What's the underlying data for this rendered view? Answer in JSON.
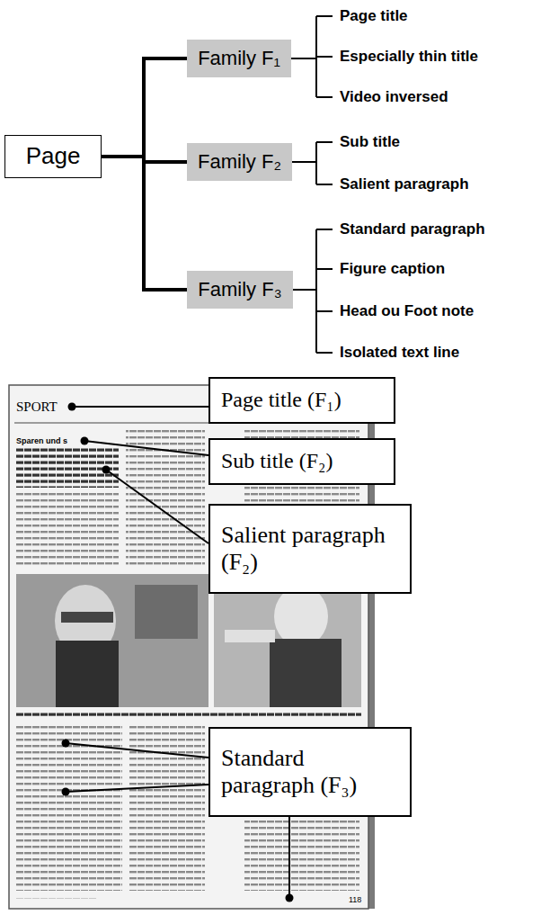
{
  "diagram": {
    "nodes": [
      {
        "text": [
          "Page"
        ]
      },
      {
        "text": [
          "Family F₁"
        ]
      },
      {
        "text": [
          "Family F₂"
        ]
      },
      {
        "text": [
          "Family F₃"
        ]
      },
      {
        "text": [
          "Page title (F₁)"
        ]
      },
      {
        "text": [
          "Sub title (F₂)"
        ]
      },
      {
        "text": [
          "Salient paragraph (F₂)"
        ]
      },
      {
        "text": [
          "Standard paragraph (F₃)"
        ]
      }
    ],
    "edges": [
      {
        "from": 0,
        "to": 1,
        "arrow": "none"
      },
      {
        "from": 0,
        "to": 2,
        "arrow": "none"
      },
      {
        "from": 0,
        "to": 3,
        "arrow": "none"
      }
    ],
    "labels": [
      "Page title",
      "Especially thin title",
      "Video inversed",
      "Sub title",
      "Salient paragraph",
      "Standard paragraph",
      "Figure caption",
      "Head ou Foot note",
      "Isolated text line",
      "SPORT",
      "Sparen und s",
      "118"
    ]
  }
}
